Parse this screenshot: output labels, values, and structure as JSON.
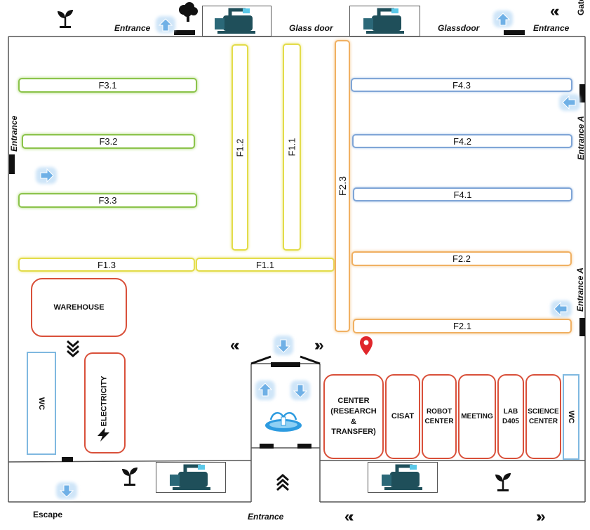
{
  "labels": {
    "entrance_top_left": "Entrance",
    "glass_door": "Glass door",
    "glassdoor": "Glassdoor",
    "entrance_top_right": "Entrance",
    "gate_f": "Gate F",
    "entrance_left": "Entrance",
    "entrance_a_upper": "Entrance A",
    "entrance_a_lower": "Entrance A",
    "escape": "Escape",
    "entrance_bottom": "Entrance"
  },
  "shelves": {
    "f3_1": "F3.1",
    "f3_2": "F3.2",
    "f3_3": "F3.3",
    "f1_2": "F1.2",
    "f1_1_vertical": "F1.1",
    "f2_3": "F2.3",
    "f4_3": "F4.3",
    "f4_2": "F4.2",
    "f4_1": "F4.1",
    "f2_2": "F2.2",
    "f2_1": "F2.1",
    "f1_3": "F1.3",
    "f1_1_horizontal": "F1.1"
  },
  "rooms": {
    "warehouse": "WAREHOUSE",
    "wc_left": "WC",
    "electricity": "ELECTRICITY",
    "center": "CENTER (RESEARCH & TRANSFER)",
    "cisat": "CISAT",
    "robot_center": "ROBOT CENTER",
    "meeting": "MEETING",
    "lab": "LAB D405",
    "science_center": "SCIENCE CENTER",
    "wc_right": "WC"
  },
  "colors": {
    "green": "#8bc34a",
    "yellow": "#e3dc4a",
    "orange": "#f0b062",
    "blue": "#7fa5d6",
    "red": "#d9503a",
    "arrow": "#9cc9ef"
  },
  "icons": [
    "plant-icon",
    "tree-icon",
    "pump-icon",
    "arrow-icon",
    "chevron-icon",
    "fountain-icon",
    "location-pin-icon",
    "lightning-icon"
  ]
}
